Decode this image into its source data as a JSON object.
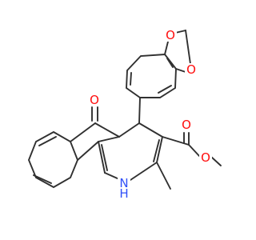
{
  "molecule": {
    "atoms": {
      "o_ketone": {
        "symbol": "O",
        "color": "#ff0d0d"
      },
      "o_dioxole_top": {
        "symbol": "O",
        "color": "#ff0d0d"
      },
      "o_dioxole_right": {
        "symbol": "O",
        "color": "#ff0d0d"
      },
      "o_carbonyl": {
        "symbol": "O",
        "color": "#ff0d0d"
      },
      "o_ether": {
        "symbol": "O",
        "color": "#ff0d0d"
      },
      "n_h": {
        "symbol": "N",
        "hydrogen": "H",
        "color": "#3050f8"
      }
    },
    "bond_color": "#303030"
  }
}
